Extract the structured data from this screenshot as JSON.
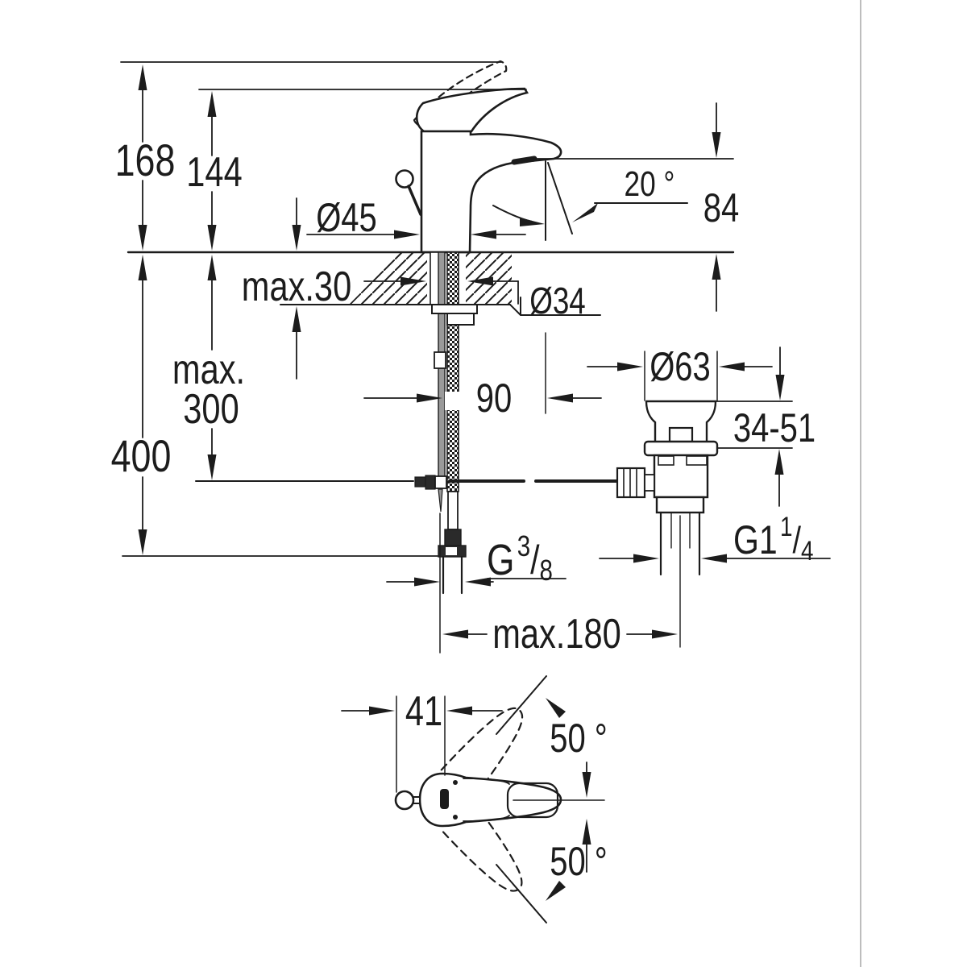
{
  "drawing_type": "faucet-installation-dimension-diagram",
  "colors": {
    "ink": "#1c1c1c",
    "background": "#ffffff",
    "frame_line": "#bdbdbd",
    "metal_gray": "#9a9a9a"
  },
  "labels": {
    "height_overall": "168",
    "height_to_lever": "144",
    "spout_angle": "20 °",
    "spout_height": "84",
    "base_diameter": "Ø45",
    "deck_thickness_max": "max.30",
    "hole_diameter": "Ø34",
    "hose_max_word": "max.",
    "hose_max_value": "300",
    "total_depth": "400",
    "hose_offset": "90",
    "drain_flange_diameter": "Ø63",
    "drain_deck_range": "34-51",
    "reach_max": "max.180",
    "handle_offset": "41",
    "swivel_angle_upper": "50 °",
    "swivel_angle_lower": "50 °",
    "supply_thread": {
      "base": "G",
      "sup": "3",
      "slash": "/",
      "sub": "8"
    },
    "drain_thread": {
      "base": "G1",
      "sup": "1",
      "slash": "/",
      "sub": "4"
    }
  }
}
